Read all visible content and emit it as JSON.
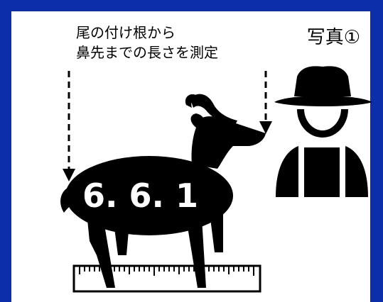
{
  "caption": {
    "line1": "尾の付け根から",
    "line2": "鼻先までの長さを測定"
  },
  "photo_label": "写真①",
  "animal_id": "6. 6. 1",
  "icons": {
    "animal": "deer-silhouette-icon",
    "person": "farmer-with-hat-icon",
    "ruler": "ruler-icon",
    "arrow": "dashed-down-arrow-icon"
  },
  "colors": {
    "border": "#0a2fa8",
    "background": "#ffffff",
    "silhouette": "#000000",
    "number": "#ffffff"
  }
}
